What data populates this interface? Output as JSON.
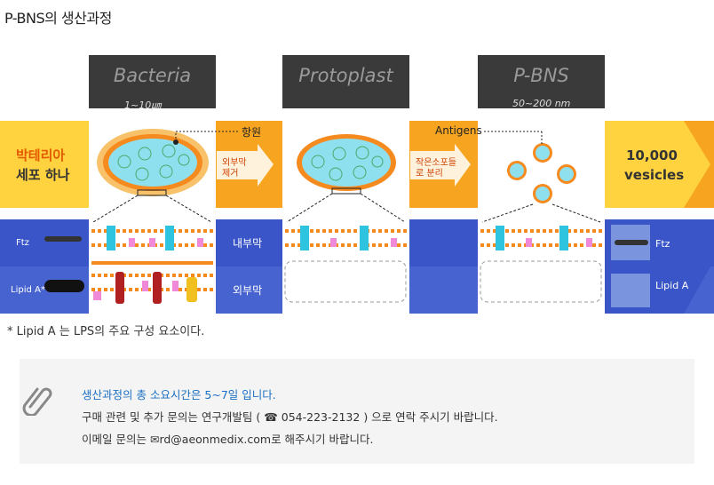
{
  "title": "P-BNS의 생산과정",
  "stages": [
    {
      "name": "Bacteria",
      "scale": "1~10㎛"
    },
    {
      "name": "Protoplast",
      "scale": ""
    },
    {
      "name": "P-BNS",
      "scale": "50~200 nm"
    }
  ],
  "left_box": {
    "line1": "박테리아",
    "line2": "세포 하나"
  },
  "right_box": {
    "line1": "10,000",
    "line2": "vesicles"
  },
  "label_antigen_kr": "항원",
  "label_antigen_en": "Antigens",
  "arrow1": {
    "line1": "외부막",
    "line2": "제거"
  },
  "arrow2": {
    "line1": "작은소포들",
    "line2": "로 분리"
  },
  "membrane_inner": "내부막",
  "membrane_outer": "외부막",
  "blot_left": {
    "ftz": "Ftz",
    "lipid": "Lipid A*"
  },
  "blot_right": {
    "ftz": "Ftz",
    "lipid": "Lipid A"
  },
  "footnote": "* Lipid A 는 LPS의 주요 구성 요소이다.",
  "info": {
    "line1": "생산과정의  총 소요시간은 5~7일 입니다.",
    "line2_a": "구매 관련 및  추가 문의는 연구개발팀 (",
    "line2_phone": "054-223-2132",
    "line2_b": ") 으로 연락 주시기 바랍니다.",
    "line3_a": "이메일 문의는",
    "line3_email": "rd@aeonmedix.com",
    "line3_b": "로 해주시기 바랍니다."
  },
  "colors": {
    "orange": "#f7a520",
    "yellow": "#ffd23f",
    "blue": "#3a55c8",
    "lightblue": "#6a86dc",
    "dark": "#3a3a3a",
    "cyan": "#2ec4e0",
    "pink": "#f08ad8",
    "link": "#1a6fc4"
  },
  "icons": [
    "clip-icon",
    "phone-icon",
    "mail-icon"
  ]
}
